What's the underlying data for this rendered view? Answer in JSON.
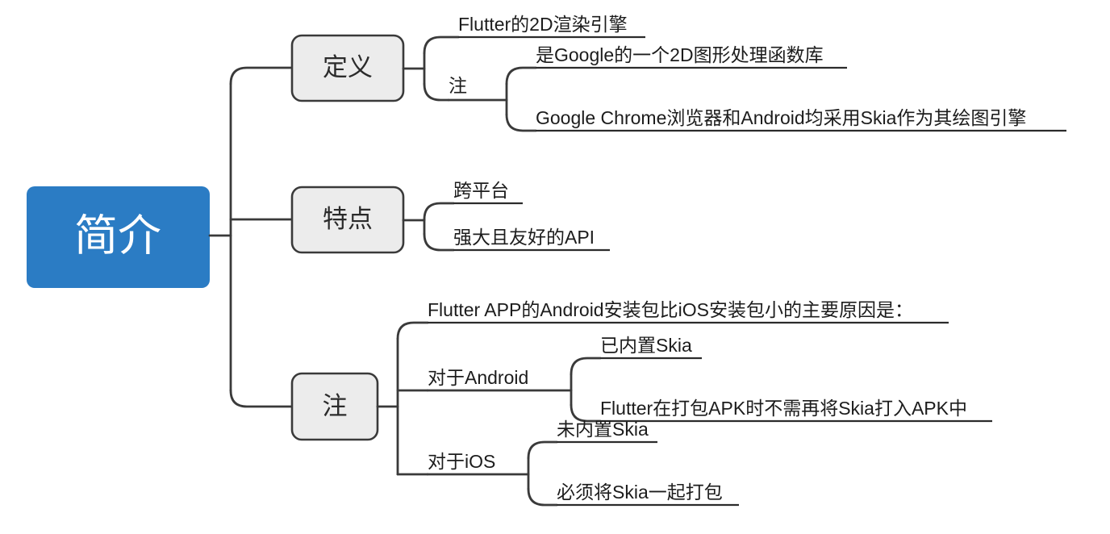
{
  "diagram": {
    "type": "mind-map",
    "title": "简介",
    "orientation": "left-to-right",
    "colors": {
      "root_fill": "#2b7cc4",
      "root_text": "#ffffff",
      "branch_fill": "#ececec",
      "branch_stroke": "#3a3a3a",
      "line": "#3a3a3a",
      "text": "#1c1c1c",
      "background": "#ffffff"
    }
  },
  "root": {
    "label": "简介"
  },
  "branches": [
    {
      "id": "definition",
      "label": "定义",
      "children": [
        {
          "id": "def-leaf-1",
          "label": "Flutter的2D渲染引擎"
        },
        {
          "id": "def-note",
          "label": "注",
          "children": [
            {
              "id": "def-note-1",
              "label": "是Google的一个2D图形处理函数库"
            },
            {
              "id": "def-note-2",
              "label": "Google Chrome浏览器和Android均采用Skia作为其绘图引擎"
            }
          ]
        }
      ]
    },
    {
      "id": "features",
      "label": "特点",
      "children": [
        {
          "id": "feat-1",
          "label": "跨平台"
        },
        {
          "id": "feat-2",
          "label": "强大且友好的API"
        }
      ]
    },
    {
      "id": "notes",
      "label": "注",
      "children": [
        {
          "id": "note-headline",
          "label": "Flutter APP的Android安装包比iOS安装包小的主要原因是："
        },
        {
          "id": "note-android",
          "label": "对于Android",
          "children": [
            {
              "id": "android-1",
              "label": "已内置Skia"
            },
            {
              "id": "android-2",
              "label": "Flutter在打包APK时不需再将Skia打入APK中"
            }
          ]
        },
        {
          "id": "note-ios",
          "label": "对于iOS",
          "children": [
            {
              "id": "ios-1",
              "label": "未内置Skia"
            },
            {
              "id": "ios-2",
              "label": "必须将Skia一起打包"
            }
          ]
        }
      ]
    }
  ]
}
